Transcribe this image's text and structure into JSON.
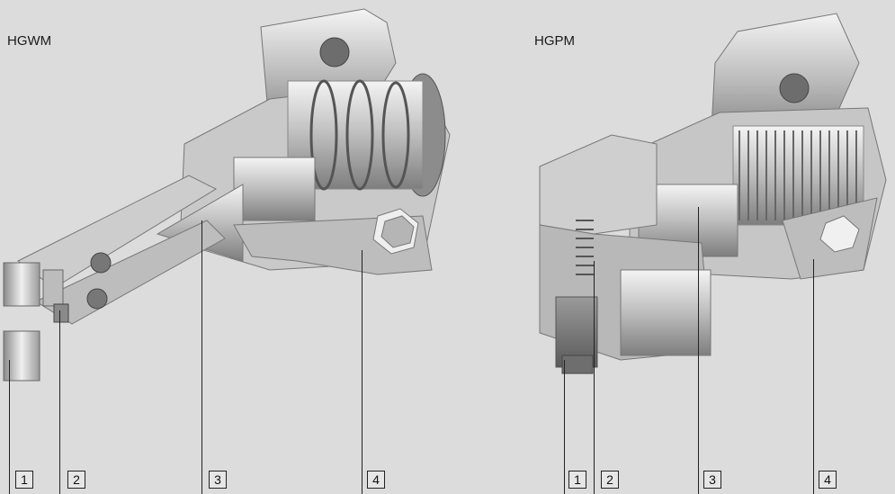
{
  "left": {
    "title": "HGWM",
    "callouts": [
      "1",
      "2",
      "3",
      "4"
    ]
  },
  "right": {
    "title": "HGPM",
    "callouts": [
      "1",
      "2",
      "3",
      "4"
    ]
  }
}
